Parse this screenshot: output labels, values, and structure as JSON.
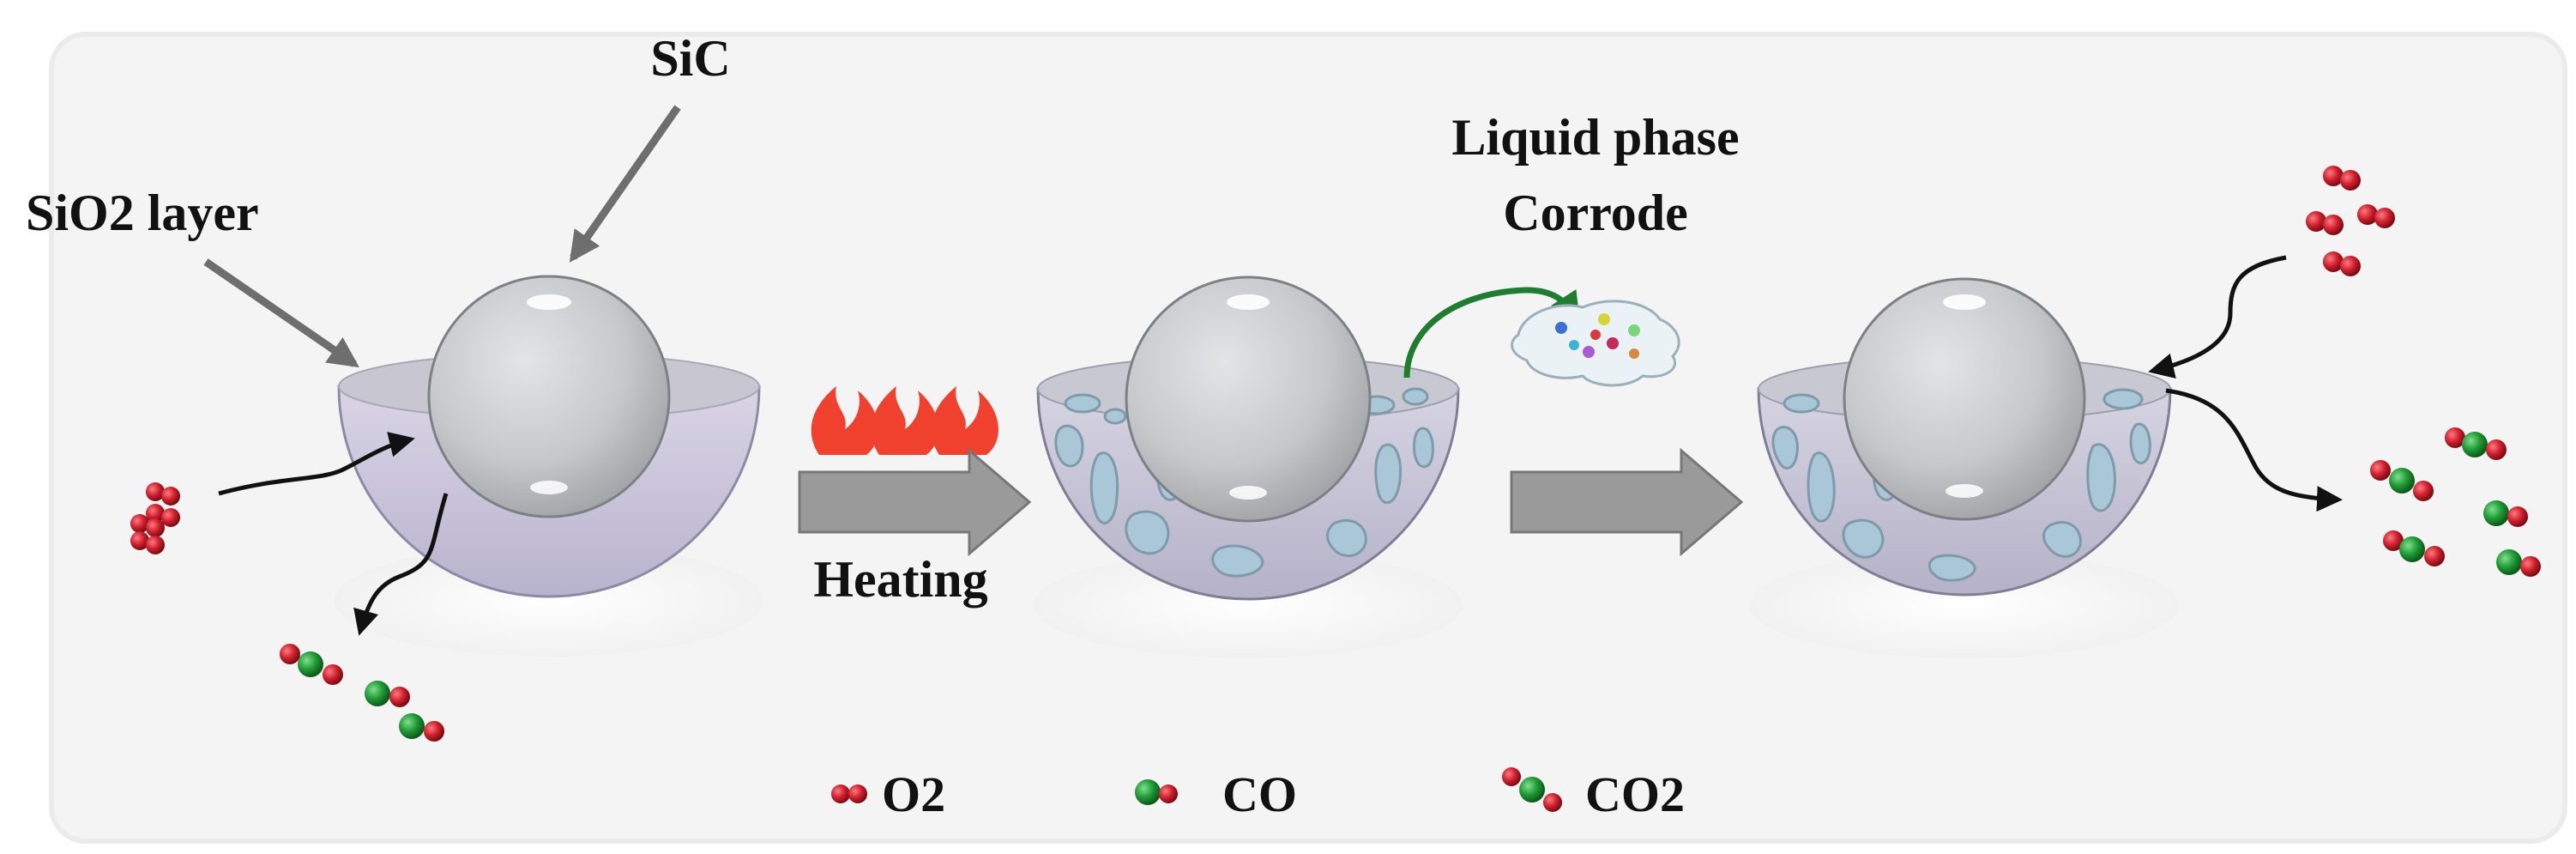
{
  "labels": {
    "sic": "SiC",
    "sio2_layer": "SiO2 layer",
    "liquid_phase": "Liquid phase",
    "corrode": "Corrode",
    "heating": "Heating"
  },
  "legend": [
    {
      "formula": "O2",
      "atoms": [
        "O",
        "O"
      ]
    },
    {
      "formula": "CO",
      "atoms": [
        "C",
        "O"
      ]
    },
    {
      "formula": "CO2",
      "atoms": [
        "O",
        "C",
        "O"
      ]
    }
  ],
  "colors": {
    "oxygen": "#d0202c",
    "carbon": "#1f9a36",
    "sic_core": "#c9cbce",
    "sio2_shell": "#d9d6e6",
    "corroded_pore": "#a9c7d6",
    "flame": "#f0402e",
    "process_arrow": "#9a9a9a",
    "flow_arrow_green": "#1f7d2f"
  },
  "stages": [
    {
      "id": "initial",
      "description_icon": "sic-core-in-sio2-hemisphere"
    },
    {
      "id": "heated",
      "description_icon": "corroded-sio2-hemisphere"
    },
    {
      "id": "oxidized",
      "description_icon": "corroded-sio2-hemisphere-with-gas-exchange"
    }
  ],
  "icons": [
    "flame-icon",
    "process-arrow-icon",
    "molecule-icon",
    "liquid-droplet-icon"
  ]
}
